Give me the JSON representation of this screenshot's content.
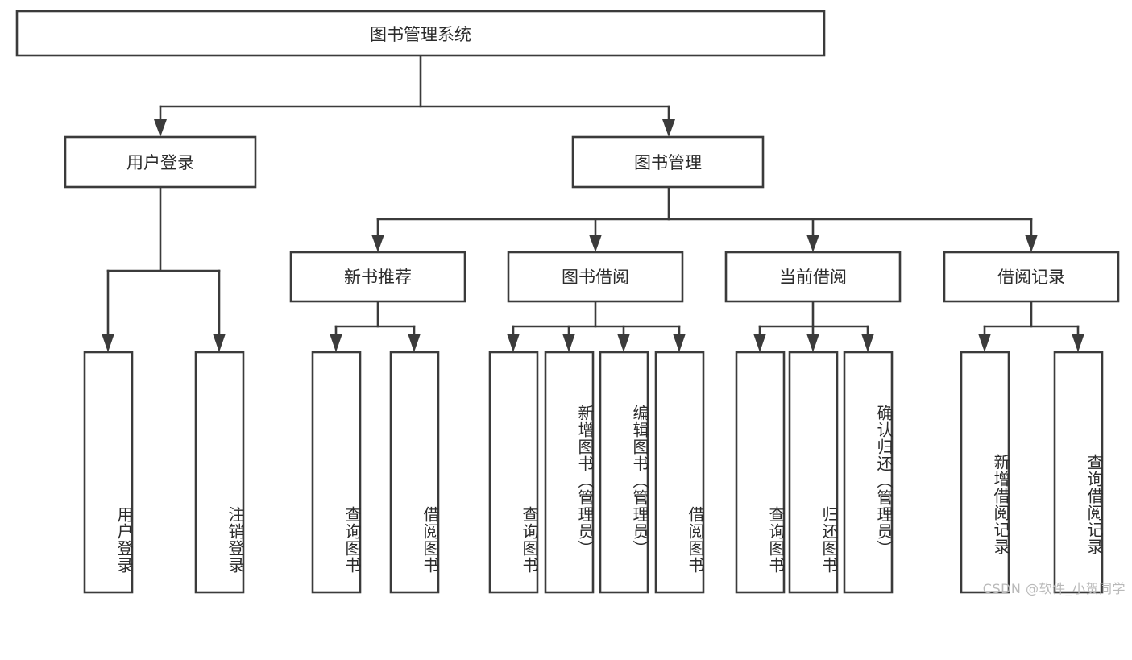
{
  "diagram": {
    "title": "图书管理系统",
    "type": "tree",
    "root": {
      "id": "root",
      "label": "图书管理系统",
      "orientation": "horizontal"
    },
    "level2": [
      {
        "id": "user-login",
        "label": "用户登录",
        "orientation": "horizontal"
      },
      {
        "id": "book-management",
        "label": "图书管理",
        "orientation": "horizontal"
      }
    ],
    "level3": [
      {
        "id": "new-book-recommend",
        "label": "新书推荐",
        "orientation": "horizontal",
        "parent": "book-management"
      },
      {
        "id": "book-borrow",
        "label": "图书借阅",
        "orientation": "horizontal",
        "parent": "book-management"
      },
      {
        "id": "current-borrow",
        "label": "当前借阅",
        "orientation": "horizontal",
        "parent": "book-management"
      },
      {
        "id": "borrow-record",
        "label": "借阅记录",
        "orientation": "horizontal",
        "parent": "book-management"
      }
    ],
    "leaves": [
      {
        "id": "leaf-user-login",
        "label": "用户登录",
        "orientation": "vertical",
        "parent": "user-login"
      },
      {
        "id": "leaf-logout-login",
        "label": "注销登录",
        "orientation": "vertical",
        "parent": "user-login"
      },
      {
        "id": "leaf-query-book-1",
        "label": "查询图书",
        "orientation": "vertical",
        "parent": "new-book-recommend"
      },
      {
        "id": "leaf-borrow-book-1",
        "label": "借阅图书",
        "orientation": "vertical",
        "parent": "new-book-recommend"
      },
      {
        "id": "leaf-query-book-2",
        "label": "查询图书",
        "orientation": "vertical",
        "parent": "book-borrow"
      },
      {
        "id": "leaf-add-book",
        "label": "新增图书（管理员）",
        "orientation": "vertical",
        "parent": "book-borrow"
      },
      {
        "id": "leaf-edit-book",
        "label": "编辑图书（管理员）",
        "orientation": "vertical",
        "parent": "book-borrow"
      },
      {
        "id": "leaf-borrow-book-2",
        "label": "借阅图书",
        "orientation": "vertical",
        "parent": "book-borrow"
      },
      {
        "id": "leaf-query-book-3",
        "label": "查询图书",
        "orientation": "vertical",
        "parent": "current-borrow"
      },
      {
        "id": "leaf-return-book",
        "label": "归还图书",
        "orientation": "vertical",
        "parent": "current-borrow"
      },
      {
        "id": "leaf-confirm-return",
        "label": "确认归还（管理员）",
        "orientation": "vertical",
        "parent": "current-borrow"
      },
      {
        "id": "leaf-add-record",
        "label": "新增借阅记录",
        "orientation": "vertical",
        "parent": "borrow-record"
      },
      {
        "id": "leaf-query-record",
        "label": "查询借阅记录",
        "orientation": "vertical",
        "parent": "borrow-record"
      }
    ],
    "colors": {
      "stroke": "#3b3b3b",
      "fill": "#ffffff",
      "text": "#2b2b2b",
      "watermark": "#b9b9b9"
    }
  },
  "watermark": {
    "text": "CSDN @软件_小贺同学"
  }
}
